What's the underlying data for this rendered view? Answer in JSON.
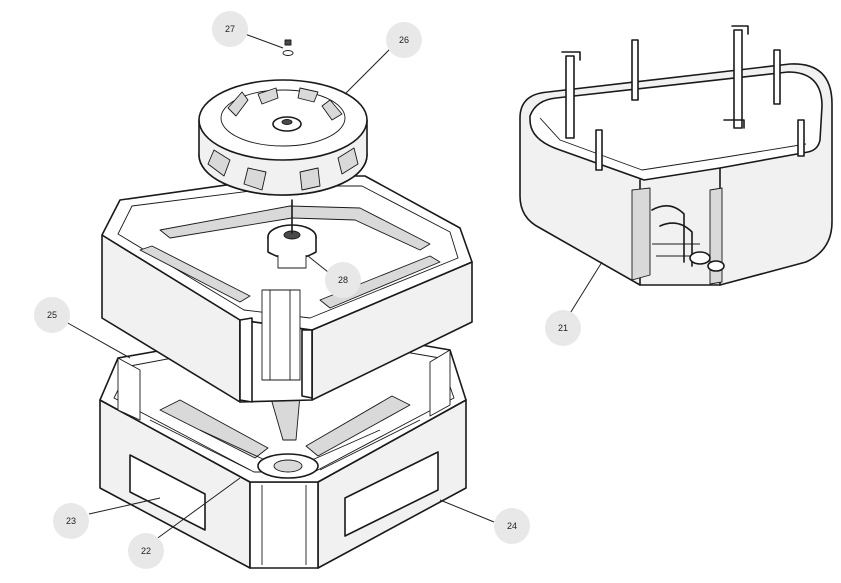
{
  "callouts": [
    {
      "id": "c27",
      "label": "27"
    },
    {
      "id": "c26",
      "label": "26"
    },
    {
      "id": "c25",
      "label": "25"
    },
    {
      "id": "c28",
      "label": "28"
    },
    {
      "id": "c21",
      "label": "21"
    },
    {
      "id": "c23",
      "label": "23"
    },
    {
      "id": "c22",
      "label": "22"
    },
    {
      "id": "c24",
      "label": "24"
    }
  ],
  "colors": {
    "line": "#1a1a1a",
    "bubble": "#e8e8e8",
    "panel": "#f1f1f1"
  }
}
